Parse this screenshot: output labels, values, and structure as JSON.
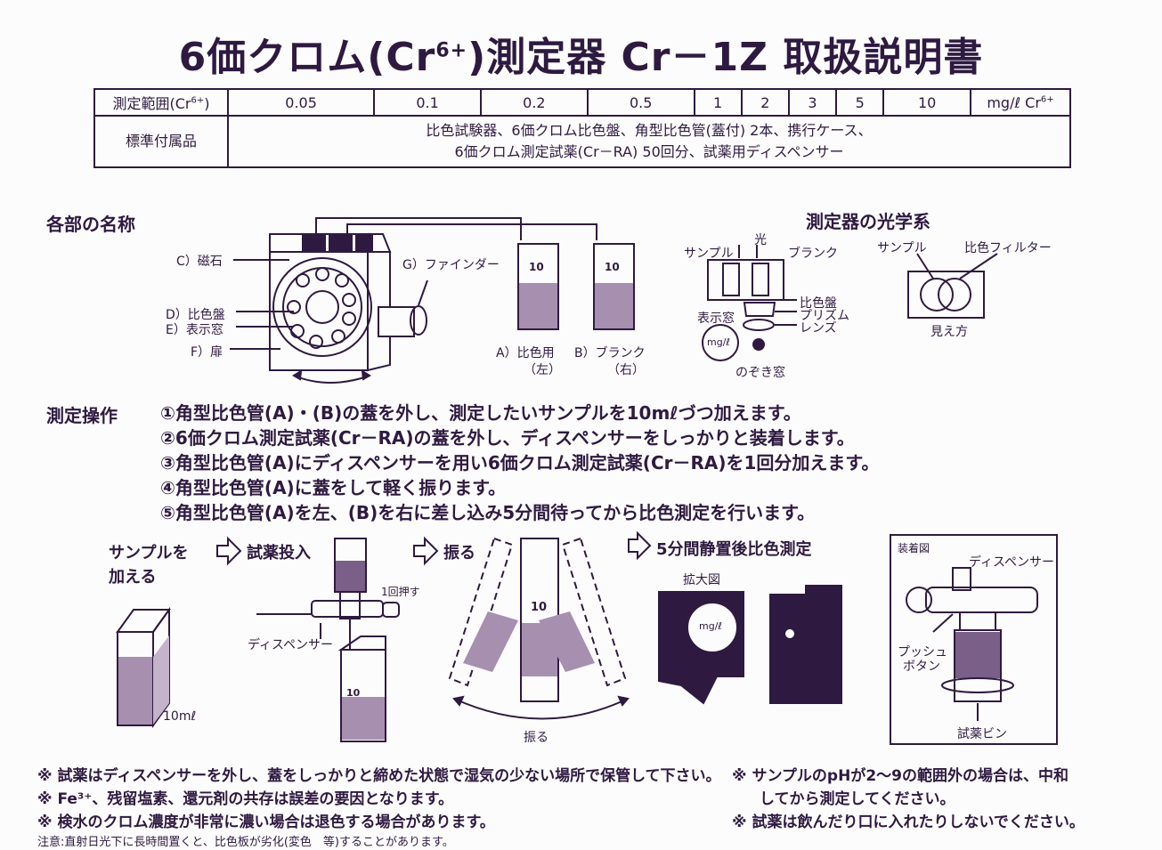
{
  "title": {
    "main_a": "6価クロム(Cr",
    "sup": "6+",
    "main_b": ")測定器  Cr－1Z  取扱説明書"
  },
  "spec": {
    "range_label": "測定範囲(Cr",
    "range_sup": "6+",
    "range_label_end": ")",
    "range_values": [
      "0.05",
      "0.1",
      "0.2",
      "0.5",
      "1",
      "2",
      "3",
      "5",
      "10"
    ],
    "unit": "mg/ℓ Cr",
    "unit_sup": "6+",
    "accessories_label": "標準付属品",
    "accessories_line1": "比色試験器、6価クロム比色盤、角型比色管(蓋付) 2本、携行ケース、",
    "accessories_line2": "6価クロム測定試薬(Cr－RA) 50回分、試薬用ディスペンサー"
  },
  "parts": {
    "heading": "各部の名称",
    "magnet": "C）磁石",
    "disc": "D）比色盤",
    "window": "E）表示窓",
    "door": "F）扉",
    "finder": "G）ファインダー",
    "tube_a": "A）比色用",
    "tube_a_sub": "（左）",
    "tube_b": "B）ブランク",
    "tube_b_sub": "（右）",
    "tube_mark": "10"
  },
  "optics": {
    "heading": "測定器の光学系",
    "light": "光",
    "sample": "サンプル",
    "blank": "ブランク",
    "disc": "比色盤",
    "prism": "プリズム",
    "lens": "レンズ",
    "display": "表示窓",
    "unit": "mg/ℓ",
    "peep": "のぞき窓",
    "sample2": "サンプル",
    "filter": "比色フィルター",
    "view": "見え方"
  },
  "operation": {
    "heading": "測定操作",
    "steps": [
      "①角型比色管(A)・(B)の蓋を外し、測定したいサンプルを10mℓづつ加えます。",
      "②6価クロム測定試薬(Cr－RA)の蓋を外し、ディスペンサーをしっかりと装着します。",
      "③角型比色管(A)にディスペンサーを用い6価クロム測定試薬(Cr－RA)を1回分加えます。",
      "④角型比色管(A)に蓋をして軽く振ります。",
      "⑤角型比色管(A)を左、(B)を右に差し込み5分間待ってから比色測定を行います。"
    ]
  },
  "flow": {
    "add_sample_1": "サンプルを",
    "add_sample_2": "加える",
    "add_reagent": "試薬投入",
    "shake": "振る",
    "measure": "5分間静置後比色測定",
    "press_once": "1回押す",
    "dispenser": "ディスペンサー",
    "volume": "10mℓ",
    "tube_mark": "10",
    "shake_label": "振る",
    "zoom": "拡大図",
    "zoom_unit": "mg/ℓ",
    "mount_title": "装着図",
    "mount_dispenser": "ディスペンサー",
    "push_1": "プッシュ",
    "push_2": "ボタン",
    "reagent_bottle": "試薬ビン"
  },
  "notes": {
    "left": [
      "※ 試薬はディスペンサーを外し、蓋をしっかりと締めた状態で湿気の少ない場所で保管して下さい。",
      "※ Fe³⁺、残留塩素、還元剤の共存は誤差の要因となります。",
      "※ 検水のクロム濃度が非常に濃い場合は退色する場合があります。"
    ],
    "right_1": "※ サンプルのpHが2～9の範囲外の場合は、中和",
    "right_2": "してから測定してください。",
    "right_3": "※ 試薬は飲んだり口に入れたりしないでください。",
    "small": "注意:直射日光下に長時間置くと、比色板が劣化(変色　等)することがあります。"
  },
  "colors": {
    "ink": "#2e1a40",
    "tint": "#a78fb0",
    "paper": "#fdfcfd"
  }
}
